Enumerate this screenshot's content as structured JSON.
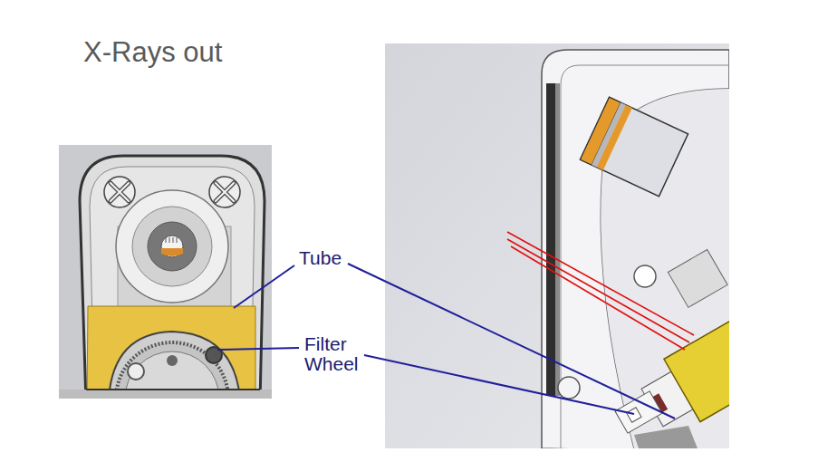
{
  "diagram": {
    "title": "X-Rays out",
    "labels": [
      "Tube",
      "Filter Wheel"
    ]
  }
}
